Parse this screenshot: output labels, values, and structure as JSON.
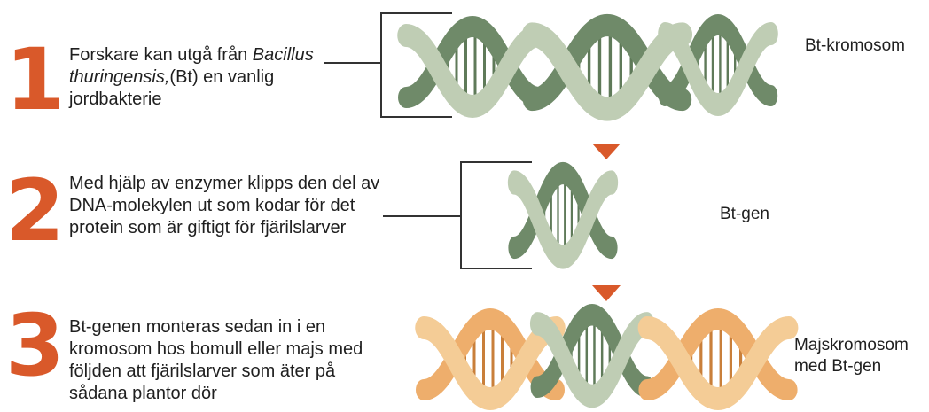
{
  "steps": [
    {
      "number": "1",
      "text_before": "Forskare kan utgå från",
      "text_italic": "Bacillus thuringensis,",
      "text_after": "(Bt) en vanlig jordbakterie"
    },
    {
      "number": "2",
      "text": "Med hjälp av enzymer klipps den del av DNA-molekylen ut som kodar för det protein som är giftigt för fjärilslarver"
    },
    {
      "number": "3",
      "text": "Bt-genen monteras sedan in i en kromosom hos bomull eller majs med följden att fjärilslarver som äter på sådana plantor dör"
    }
  ],
  "labels": {
    "bt_chromosome": "Bt-kromosom",
    "bt_gene": "Bt-gen",
    "maize_line1": "Majskromosom",
    "maize_line2": "med Bt-gen"
  },
  "colors": {
    "number": "#d9592a",
    "arrow": "#d9592a",
    "dna_green_light": "#bfcdb4",
    "dna_green_dark": "#6f8a69",
    "dna_orange": "#eeae6c",
    "dna_orange_light": "#f4cc96"
  }
}
